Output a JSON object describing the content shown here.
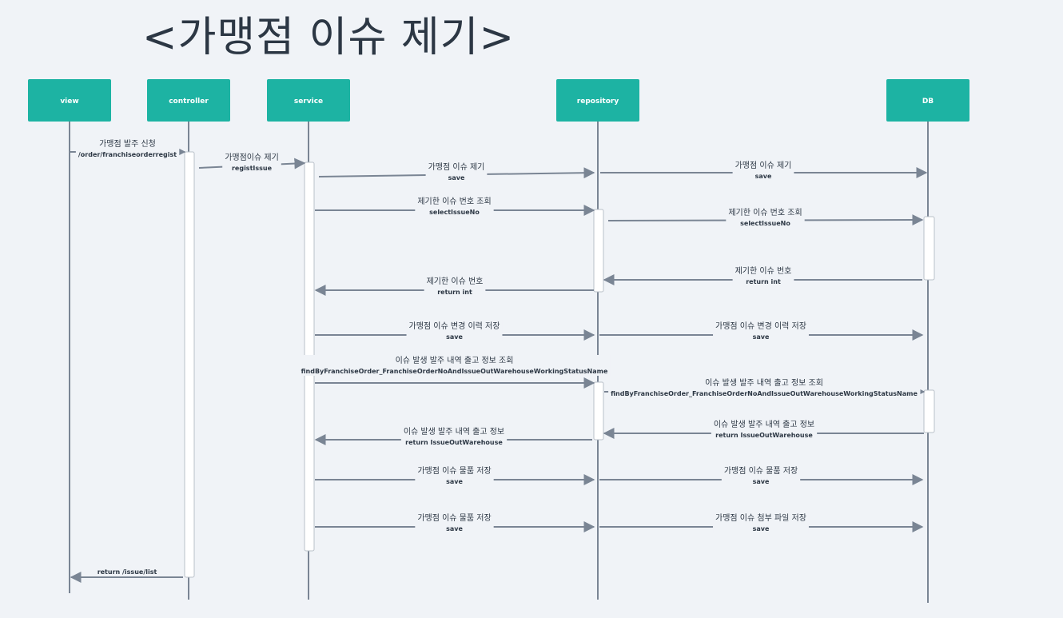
{
  "title": "<가맹점 이슈 제기>",
  "actors": [
    {
      "id": "view",
      "label": "view"
    },
    {
      "id": "controller",
      "label": "controller"
    },
    {
      "id": "service",
      "label": "service"
    },
    {
      "id": "repository",
      "label": "repository"
    },
    {
      "id": "db",
      "label": "DB"
    }
  ],
  "messages": [
    {
      "from": "view",
      "to": "controller",
      "label": "가맹점 발주 신청",
      "sub": "/order/franchiseorderregist"
    },
    {
      "from": "controller",
      "to": "service",
      "label": "가맹점이슈 제기",
      "sub": "registIssue"
    },
    {
      "from": "service",
      "to": "repository",
      "label": "가맹점 이슈 제기",
      "sub": "save"
    },
    {
      "from": "repository",
      "to": "db",
      "label": "가맹점 이슈 제기",
      "sub": "save"
    },
    {
      "from": "service",
      "to": "repository",
      "label": "제기한 이슈 번호 조회",
      "sub": "selectIssueNo"
    },
    {
      "from": "repository",
      "to": "db",
      "label": "제기한 이슈 번호 조회",
      "sub": "selectIssueNo"
    },
    {
      "from": "db",
      "to": "repository",
      "label": "제기한 이슈 번호",
      "sub": "return int"
    },
    {
      "from": "repository",
      "to": "service",
      "label": "제기한 이슈 번호",
      "sub": "return int"
    },
    {
      "from": "service",
      "to": "repository",
      "label": "가맹점 이슈 변경 이력 저장",
      "sub": "save"
    },
    {
      "from": "repository",
      "to": "db",
      "label": "가맹점 이슈 변경 이력 저장",
      "sub": "save"
    },
    {
      "from": "service",
      "to": "repository",
      "label": "이슈 발생 발주 내역 출고 정보 조회",
      "sub": "findByFranchiseOrder_FranchiseOrderNoAndIssueOutWarehouseWorkingStatusName"
    },
    {
      "from": "repository",
      "to": "db",
      "label": "이슈 발생 발주 내역 출고 정보 조회",
      "sub": "findByFranchiseOrder_FranchiseOrderNoAndIssueOutWarehouseWorkingStatusName"
    },
    {
      "from": "db",
      "to": "repository",
      "label": "이슈 발생 발주 내역 출고 정보",
      "sub": "return IssueOutWarehouse"
    },
    {
      "from": "repository",
      "to": "service",
      "label": "이슈 발생 발주 내역 출고 정보",
      "sub": "return IssueOutWarehouse"
    },
    {
      "from": "service",
      "to": "repository",
      "label": "가맹점 이슈 물품 저장",
      "sub": "save"
    },
    {
      "from": "repository",
      "to": "db",
      "label": "가맹점 이슈 물품 저장",
      "sub": "save"
    },
    {
      "from": "service",
      "to": "repository",
      "label": "가맹점 이슈 물품 저장",
      "sub": "save"
    },
    {
      "from": "repository",
      "to": "db",
      "label": "가맹점 이슈 첨부 파일 저장",
      "sub": "save"
    },
    {
      "from": "controller",
      "to": "view",
      "label": "",
      "sub": "return /issue/list"
    }
  ]
}
